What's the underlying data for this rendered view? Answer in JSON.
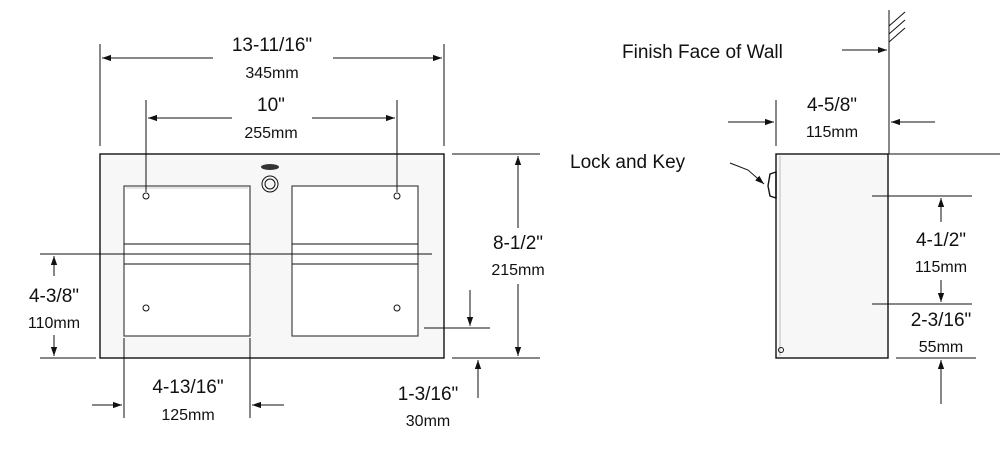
{
  "front_view": {
    "overall_width": {
      "imperial": "13-11/16\"",
      "metric": "345mm"
    },
    "door_spacing": {
      "imperial": "10\"",
      "metric": "255mm"
    },
    "overall_height": {
      "imperial": "8-1/2\"",
      "metric": "215mm"
    },
    "mount_height": {
      "imperial": "4-3/8\"",
      "metric": "110mm"
    },
    "door_width": {
      "imperial": "4-13/16\"",
      "metric": "125mm"
    },
    "bottom_offset": {
      "imperial": "1-3/16\"",
      "metric": "30mm"
    }
  },
  "side_view": {
    "wall_label": "Finish Face of Wall",
    "lock_label": "Lock and Key",
    "depth": {
      "imperial": "4-5/8\"",
      "metric": "115mm"
    },
    "hole_spacing": {
      "imperial": "4-1/2\"",
      "metric": "115mm"
    },
    "bottom_hole": {
      "imperial": "2-3/16\"",
      "metric": "55mm"
    }
  }
}
